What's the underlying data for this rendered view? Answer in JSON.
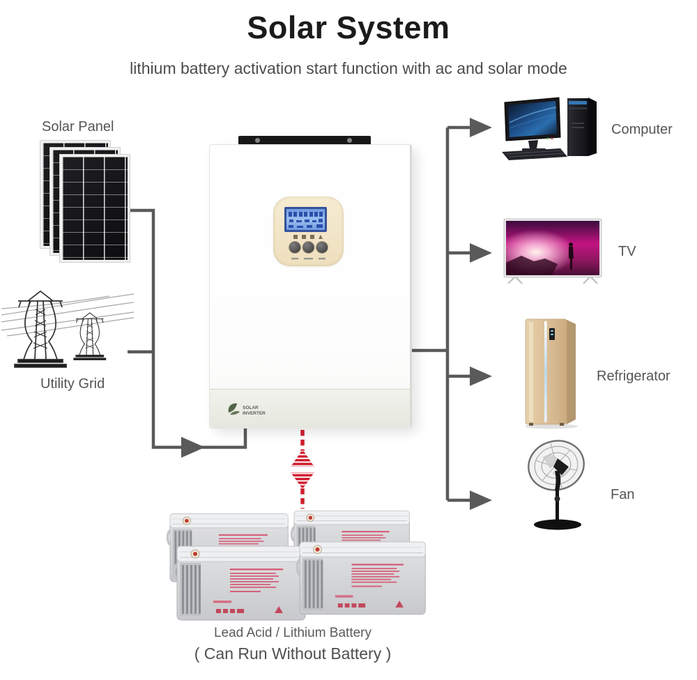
{
  "title": "Solar System",
  "subtitle": "lithium battery activation start function with ac and solar mode",
  "sources": {
    "solar_panel": {
      "label": "Solar Panel"
    },
    "utility_grid": {
      "label": "Utility Grid"
    }
  },
  "inverter": {
    "brand_line1": "SOLAR",
    "brand_line2": "INVERTER"
  },
  "loads": [
    {
      "label": "Computer"
    },
    {
      "label": "TV"
    },
    {
      "label": "Refrigerator"
    },
    {
      "label": "Fan"
    }
  ],
  "battery": {
    "label": "Lead Acid / Lithium Battery",
    "note": "( Can Run Without Battery )"
  },
  "colors": {
    "connector_gray": "#5a5a5a",
    "battery_link_red": "#cf1f2f",
    "title_color": "#1b1b1b",
    "label_color": "#555555"
  }
}
